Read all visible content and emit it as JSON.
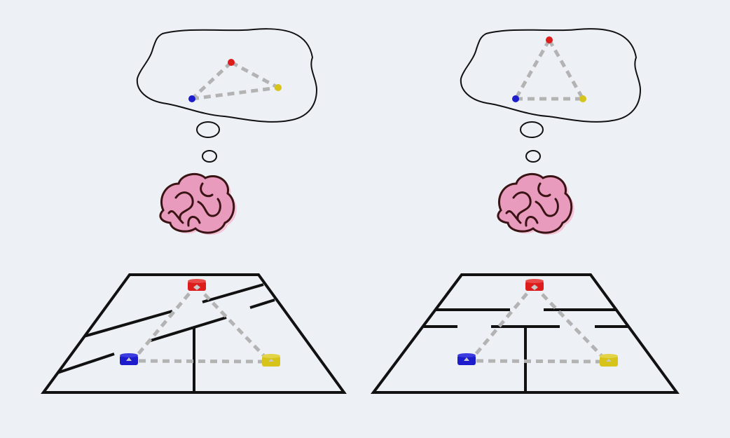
{
  "colors": {
    "background": "#edf0f5",
    "outline": "#111111",
    "dash": "#b3b3b3",
    "brain_fill": "#e99bbd",
    "brain_outline": "#3a1414",
    "landmark_red": "#dd1c1c",
    "landmark_blue": "#1c1ccc",
    "landmark_yellow": "#d6c41a"
  },
  "icons": {
    "brain": "brain-icon",
    "thought_cloud": "thought-bubble-icon",
    "landmark": "cylinder-marker-icon"
  },
  "panels": [
    {
      "id": "left",
      "map_layout": "diagonal-walls",
      "mental_map": "distorted-triangle",
      "landmarks": [
        "red",
        "blue",
        "yellow"
      ]
    },
    {
      "id": "right",
      "map_layout": "grid-walls",
      "mental_map": "accurate-triangle",
      "landmarks": [
        "red",
        "blue",
        "yellow"
      ]
    }
  ]
}
